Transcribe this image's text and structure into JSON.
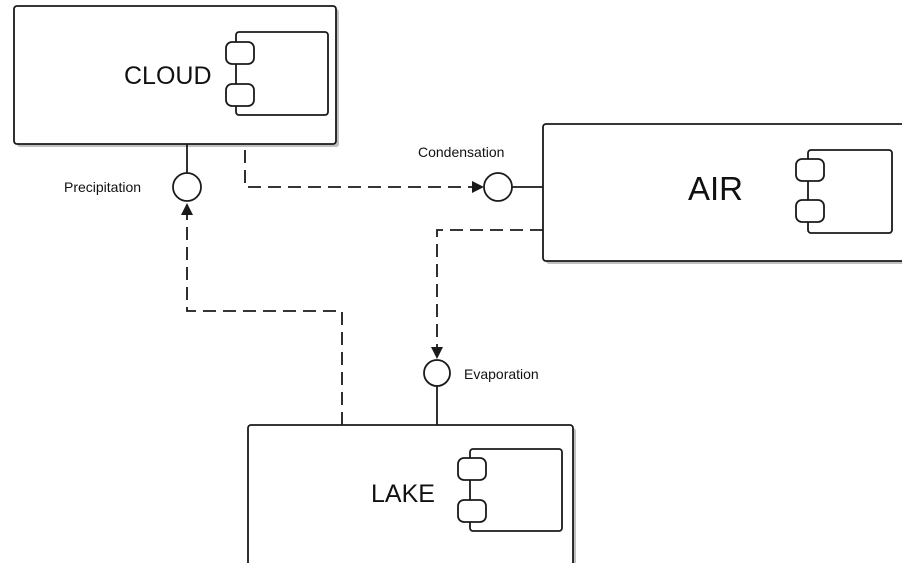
{
  "components": {
    "cloud": {
      "name": "CLOUD"
    },
    "air": {
      "name": "AIR"
    },
    "lake": {
      "name": "LAKE"
    }
  },
  "interfaces": {
    "precipitation": {
      "label": "Precipitation"
    },
    "condensation": {
      "label": "Condensation"
    },
    "evaporation": {
      "label": "Evaporation"
    }
  }
}
